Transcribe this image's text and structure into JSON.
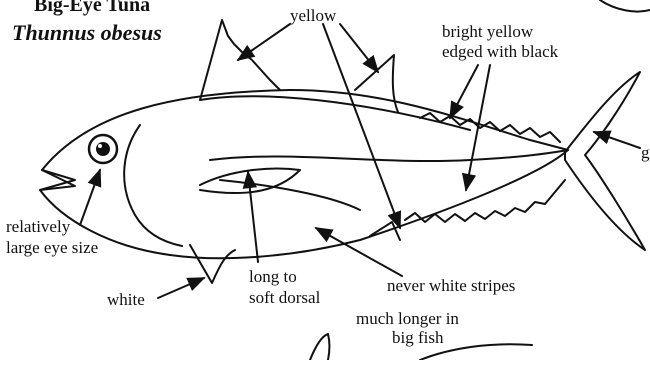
{
  "title": {
    "common_name": "Big-Eye Tuna",
    "scientific_name": "Thunnus obesus"
  },
  "labels": {
    "yellow": "yellow",
    "bright_yellow_line1": "bright yellow",
    "bright_yellow_line2": "edged with black",
    "relatively_large_line1": "relatively",
    "relatively_large_line2": "large eye size",
    "long_to_line1": "long to",
    "long_to_line2": "soft dorsal",
    "never_white": "never white stripes",
    "white": "white",
    "much_longer_line1": "much longer in",
    "much_longer_line2": "big fish",
    "cut_off": "g"
  },
  "colors": {
    "ink": "#111111",
    "background": "#ffffff"
  }
}
